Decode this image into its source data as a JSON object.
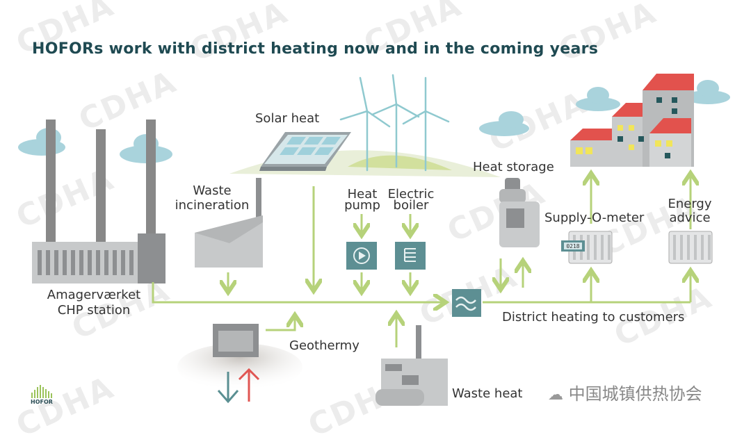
{
  "title": "HOFORs work with district heating now and in the coming years",
  "labels": {
    "solar_heat": "Solar heat",
    "waste_incineration": "Waste\nincineration",
    "heat_pump": "Heat\npump",
    "electric_boiler": "Electric\nboiler",
    "heat_storage": "Heat storage",
    "supply_o_meter": "Supply-O-meter",
    "energy_advice": "Energy\nadvice",
    "chp_station": "Amagerværket\nCHP station",
    "district_heating": "District heating to customers",
    "geothermy": "Geothermy",
    "waste_heat": "Waste heat"
  },
  "meter_readout": "0218",
  "watermark": "CDHA",
  "brand_logo_text": "HOFOR",
  "wechat_source": "中国城镇供热协会",
  "colors": {
    "title": "#1f4a52",
    "pipe_green": "#b6d27a",
    "teal_box": "#5d8f93",
    "cloud": "#a9d3dc",
    "roof_red": "#e2524d",
    "window_yellow": "#f1e55a",
    "building_grey": "#c9cbcc",
    "arrow_down": "#5a8f92",
    "arrow_up": "#e05552"
  }
}
